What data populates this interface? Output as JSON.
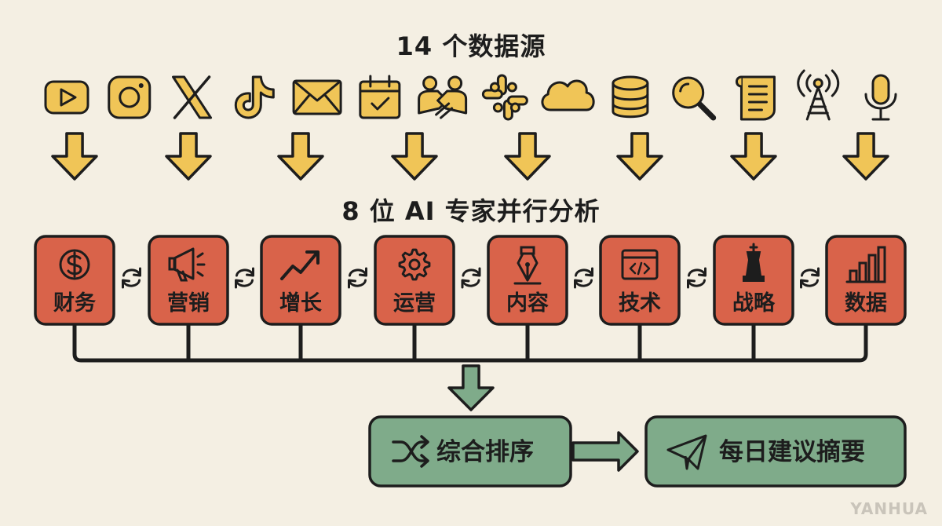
{
  "sources": {
    "title": "14 个数据源",
    "icons": [
      "youtube-icon",
      "instagram-icon",
      "x-icon",
      "tiktok-icon",
      "email-icon",
      "calendar-icon",
      "handshake-icon",
      "slack-icon",
      "cloud-icon",
      "database-icon",
      "search-icon",
      "scroll-icon",
      "antenna-icon",
      "microphone-icon"
    ]
  },
  "experts": {
    "title": "8 位 AI 专家并行分析",
    "items": [
      {
        "label": "财务",
        "icon": "dollar-icon"
      },
      {
        "label": "营销",
        "icon": "megaphone-icon"
      },
      {
        "label": "增长",
        "icon": "trend-up-icon"
      },
      {
        "label": "运营",
        "icon": "gear-icon"
      },
      {
        "label": "内容",
        "icon": "pen-nib-icon"
      },
      {
        "label": "技术",
        "icon": "code-window-icon"
      },
      {
        "label": "战略",
        "icon": "chess-king-icon"
      },
      {
        "label": "数据",
        "icon": "bar-chart-icon"
      }
    ]
  },
  "synthesis": {
    "label": "综合排序",
    "icon": "shuffle-icon"
  },
  "summary": {
    "label": "每日建议摘要",
    "icon": "paper-plane-icon"
  },
  "colors": {
    "background": "#f4efe3",
    "source_icon": "#f0c557",
    "arrow": "#f0c557",
    "expert_box": "#d9634a",
    "output_box": "#7fab8a",
    "stroke": "#1d1d1d"
  },
  "watermark": "YANHUA"
}
